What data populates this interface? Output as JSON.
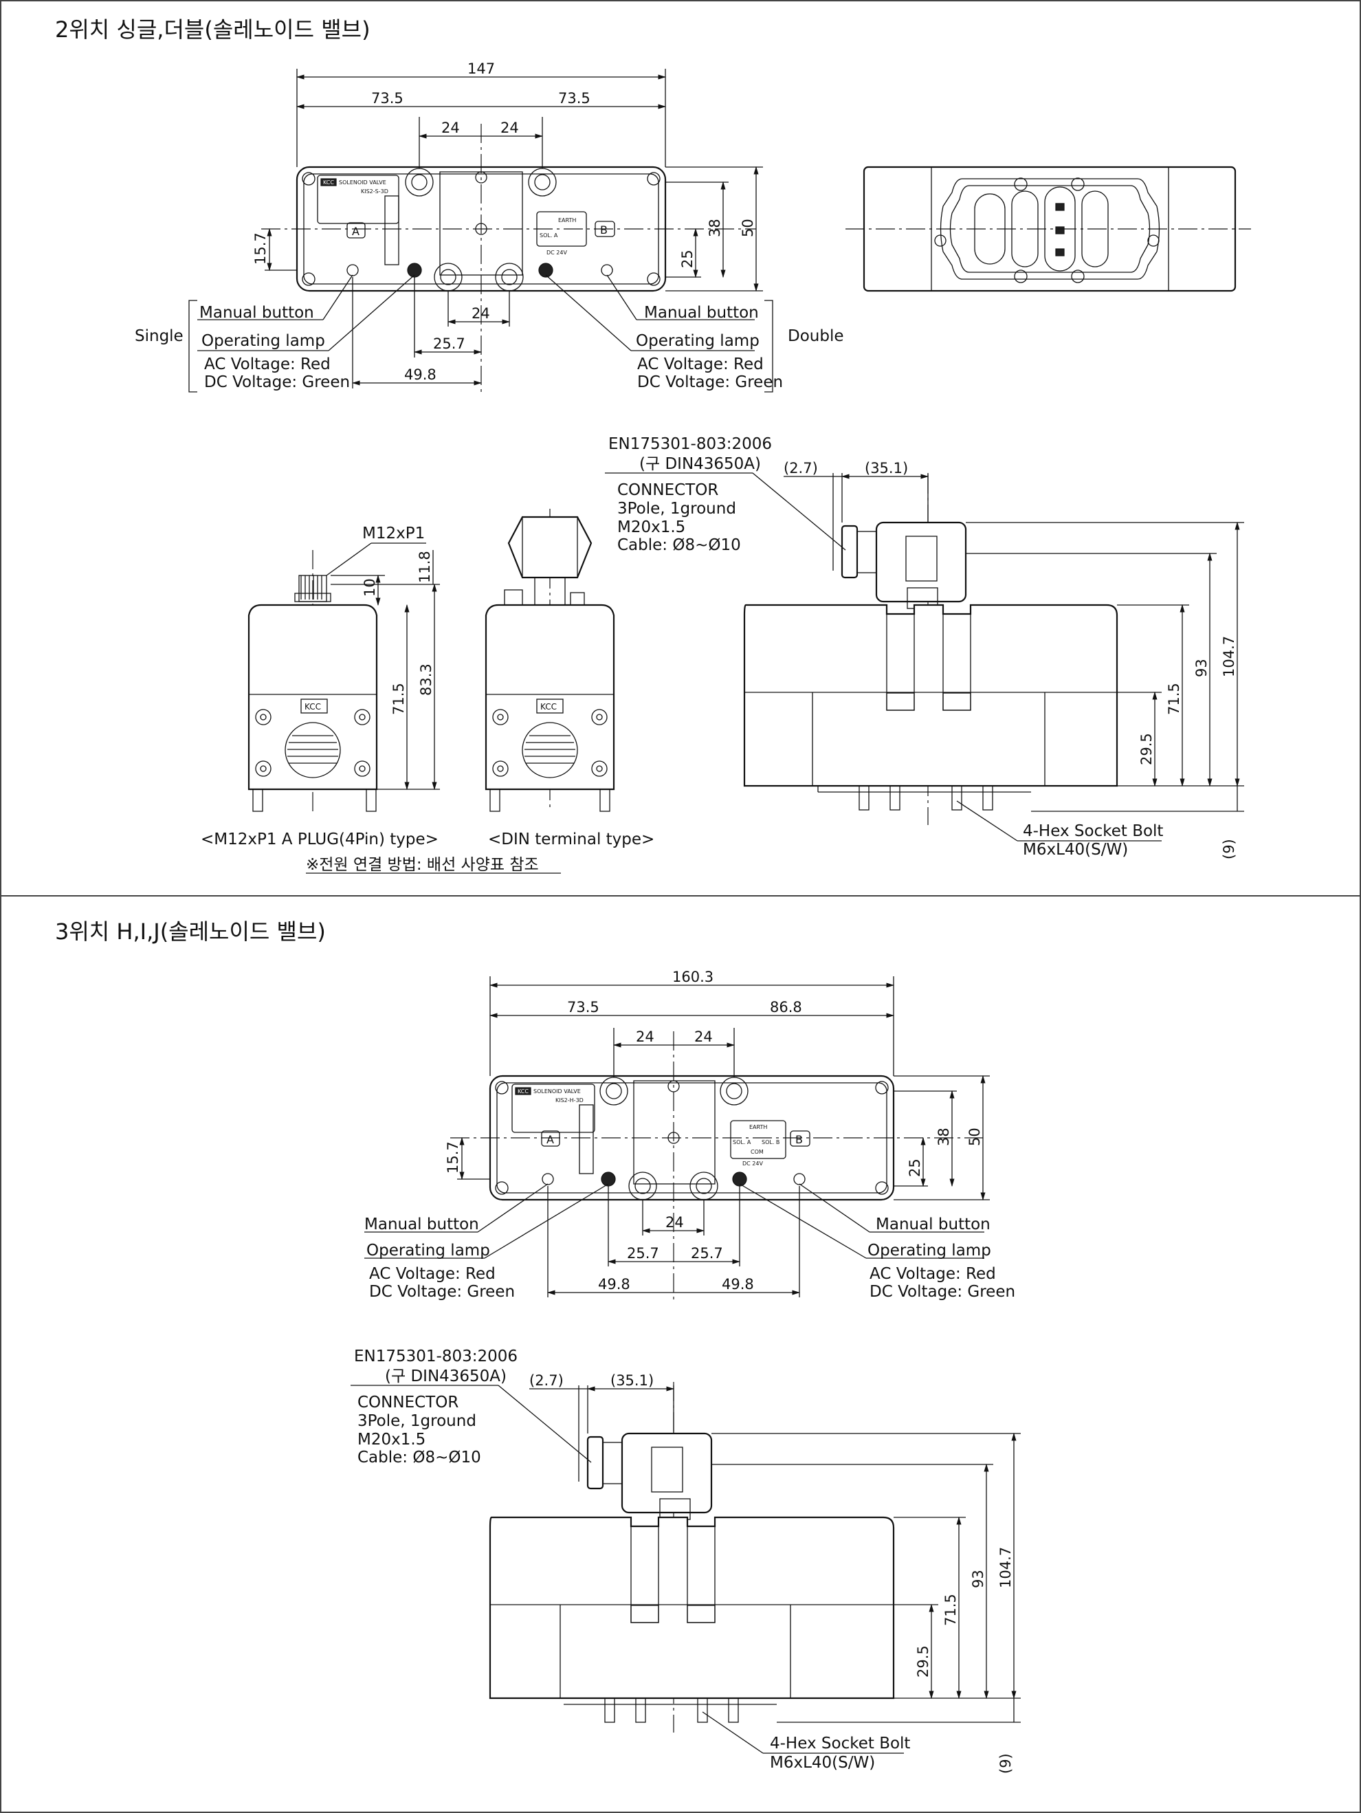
{
  "sections": [
    {
      "title": "2위치 싱글,더블(솔레노이드 밸브)"
    },
    {
      "title": "3위치 H,I,J(솔레노이드 밸브)"
    }
  ],
  "top_view_1": {
    "dims": {
      "overall": "147",
      "left_half": "73.5",
      "right_half": "73.5",
      "pitch_l": "24",
      "pitch_r": "24",
      "h15": "15.7",
      "h25": "25",
      "h38": "38",
      "h50": "50",
      "bottom_24": "24",
      "d257": "25.7",
      "d498": "49.8"
    },
    "plate": {
      "brand": "KCC",
      "line1": "SOLENOID VALVE",
      "line2": "KIS2-S-3D",
      "port_a": "A",
      "port_b": "B",
      "earth": "EARTH",
      "sol": "SOL. A",
      "volt": "DC 24V"
    },
    "single": {
      "side": "Single",
      "manual": "Manual button",
      "lamp": "Operating lamp",
      "ac": "AC Voltage: Red",
      "dc": "DC Voltage: Green"
    },
    "double": {
      "side": "Double",
      "manual": "Manual button",
      "lamp": "Operating lamp",
      "ac": "AC Voltage: Red",
      "dc": "DC Voltage: Green"
    }
  },
  "side_views": {
    "m12": "M12xP1",
    "d118": "11.8",
    "d10": "10",
    "d715": "71.5",
    "d833": "83.3",
    "badge": "KCC",
    "caption_plug": "<M12xP1 A PLUG(4Pin) type>",
    "caption_din": "<DIN terminal type>",
    "note": "※전원 연결 방법: 배선 사양표 참조"
  },
  "front_view_1": {
    "en": "EN175301-803:2006",
    "din": "(구 DIN43650A)",
    "d27": "(2.7)",
    "d351": "(35.1)",
    "conn1": "CONNECTOR",
    "conn2": "3Pole, 1ground",
    "conn3": "M20x1.5",
    "conn4": "Cable: Ø8~Ø10",
    "d1047": "104.7",
    "d93": "93",
    "d715": "71.5",
    "d295": "29.5",
    "d9": "(9)",
    "bolt1": "4-Hex Socket Bolt",
    "bolt2": "M6xL40(S/W)"
  },
  "top_view_2": {
    "dims": {
      "overall": "160.3",
      "left": "73.5",
      "right": "86.8",
      "pitch_l": "24",
      "pitch_r": "24",
      "h15": "15.7",
      "h25": "25",
      "h38": "38",
      "h50": "50",
      "bottom_24": "24",
      "d257l": "25.7",
      "d257r": "25.7",
      "d498l": "49.8",
      "d498r": "49.8"
    },
    "plate": {
      "brand": "KCC",
      "line1": "SOLENOID VALVE",
      "line2": "KIS2-H-3D",
      "port_a": "A",
      "port_b": "B",
      "earth": "EARTH",
      "sola": "SOL. A",
      "solb": "SOL. B",
      "com": "COM",
      "volt": "DC 24V"
    },
    "left": {
      "manual": "Manual button",
      "lamp": "Operating lamp",
      "ac": "AC Voltage: Red",
      "dc": "DC Voltage: Green"
    },
    "right": {
      "manual": "Manual button",
      "lamp": "Operating lamp",
      "ac": "AC Voltage: Red",
      "dc": "DC Voltage: Green"
    }
  },
  "front_view_2": {
    "en": "EN175301-803:2006",
    "din": "(구 DIN43650A)",
    "d27": "(2.7)",
    "d351": "(35.1)",
    "conn1": "CONNECTOR",
    "conn2": "3Pole, 1ground",
    "conn3": "M20x1.5",
    "conn4": "Cable: Ø8~Ø10",
    "d1047": "104.7",
    "d93": "93",
    "d715": "71.5",
    "d295": "29.5",
    "d9": "(9)",
    "bolt1": "4-Hex Socket Bolt",
    "bolt2": "M6xL40(S/W)"
  }
}
